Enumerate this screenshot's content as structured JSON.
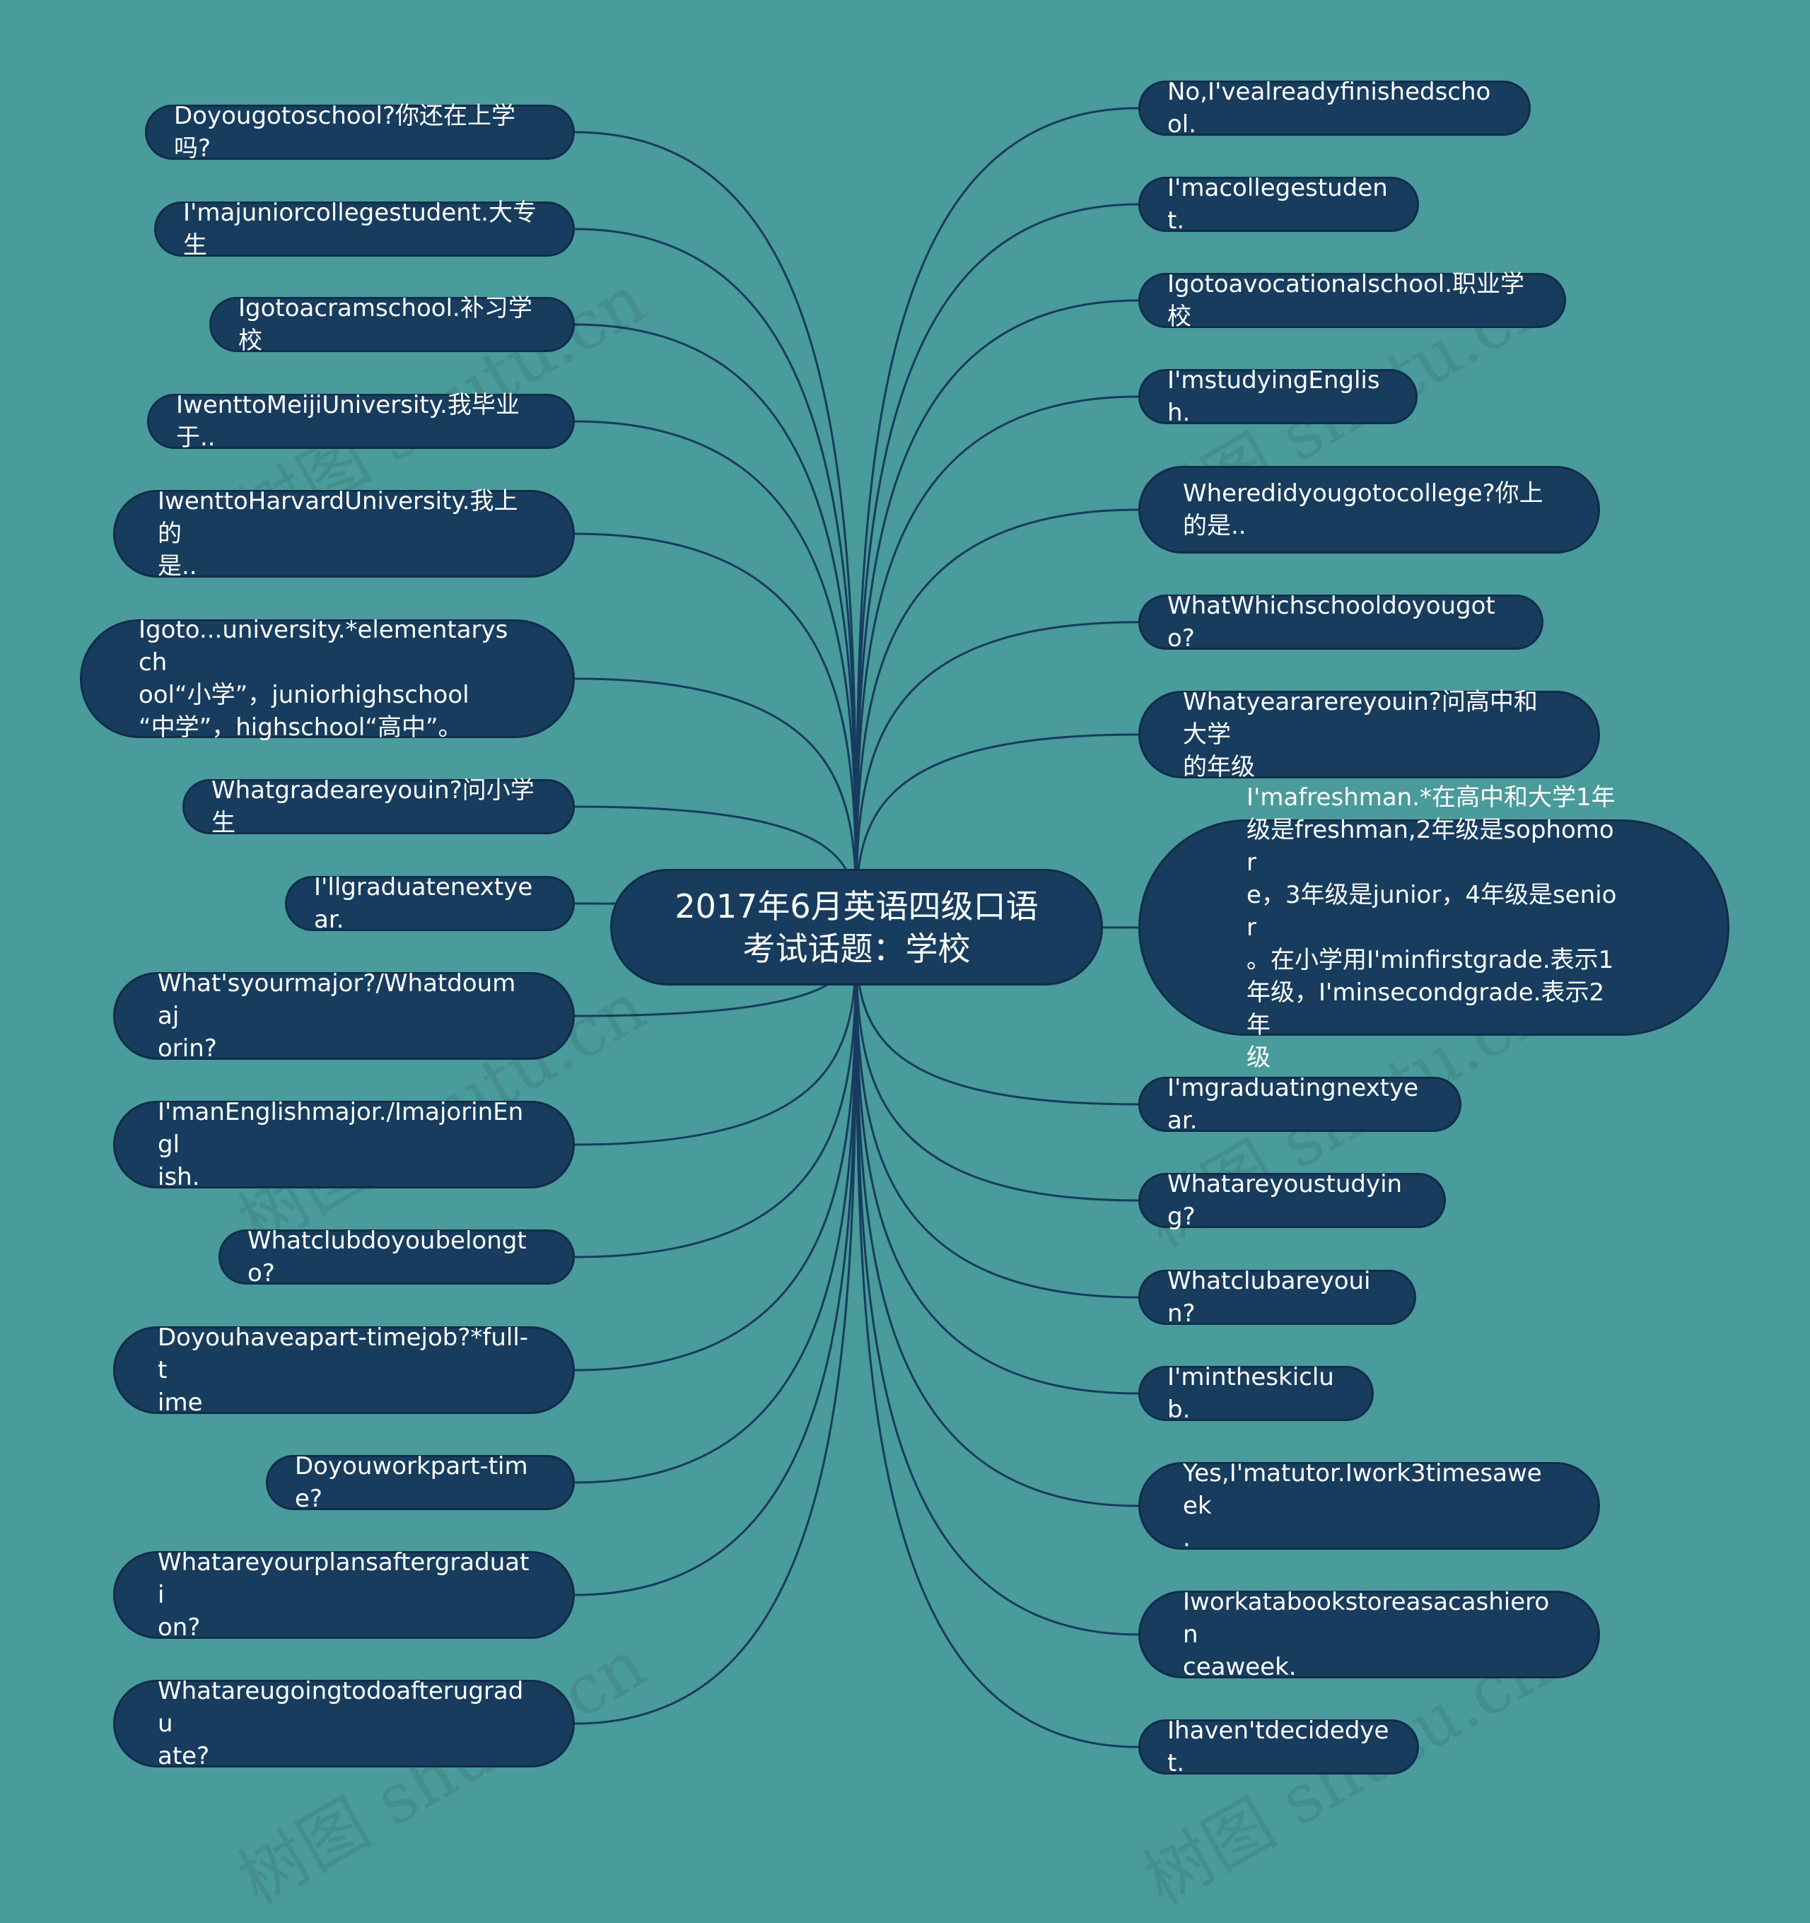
{
  "colors": {
    "background": "#4a9b9b",
    "node": "#173c5e",
    "edge": "#173c5e",
    "text": "#ffffff"
  },
  "watermark": "树图 shutu.cn",
  "center": {
    "label": "2017年6月英语四级口语\n考试话题：学校"
  },
  "left_nodes": [
    {
      "label": "Doyougotoschool?你还在上学吗?"
    },
    {
      "label": "I'majuniorcollegestudent.大专生"
    },
    {
      "label": "Igotoacramschool.补习学校"
    },
    {
      "label": "IwenttoMeijiUniversity.我毕业于.."
    },
    {
      "label": "IwenttoHarvardUniversity.我上的\n是.."
    },
    {
      "label": "Igoto...university.*elementarysch\nool“小学”，juniorhighschool\n“中学”，highschool“高中”。"
    },
    {
      "label": "Whatgradeareyouin?问小学生"
    },
    {
      "label": "I'llgraduatenextyear."
    },
    {
      "label": "What'syourmajor?/Whatdoumaj\norin?"
    },
    {
      "label": "I'manEnglishmajor./ImajorinEngl\nish."
    },
    {
      "label": "Whatclubdoyoubelongto?"
    },
    {
      "label": "Doyouhaveapart-timejob?*full-t\nime"
    },
    {
      "label": "Doyouworkpart-time?"
    },
    {
      "label": "Whatareyourplansaftergraduati\non?"
    },
    {
      "label": "Whatareugoingtodoafterugradu\nate?"
    }
  ],
  "right_nodes": [
    {
      "label": "No,I'vealreadyfinishedschool."
    },
    {
      "label": "I'macollegestudent."
    },
    {
      "label": "Igotoavocationalschool.职业学校"
    },
    {
      "label": "I'mstudyingEnglish."
    },
    {
      "label": "Wheredidyougotocollege?你上\n的是.."
    },
    {
      "label": "WhatWhichschooldoyougoto?"
    },
    {
      "label": "Whatyeararereyouin?问高中和大学\n的年级"
    },
    {
      "label": "I'mafreshman.*在高中和大学1年\n级是freshman,2年级是sophomor\ne，3年级是junior，4年级是senior\n。在小学用I'minfirstgrade.表示1\n年级，I'minsecondgrade.表示2年\n级"
    },
    {
      "label": "I'mgraduatingnextyear."
    },
    {
      "label": "Whatareyoustudying?"
    },
    {
      "label": "Whatclubareyouin?"
    },
    {
      "label": "I'mintheskiclub."
    },
    {
      "label": "Yes,I'matutor.Iwork3timesaweek\n."
    },
    {
      "label": "Iworkatabookstoreasacashieron\nceaweek."
    },
    {
      "label": "Ihaven'tdecidedyet."
    }
  ]
}
